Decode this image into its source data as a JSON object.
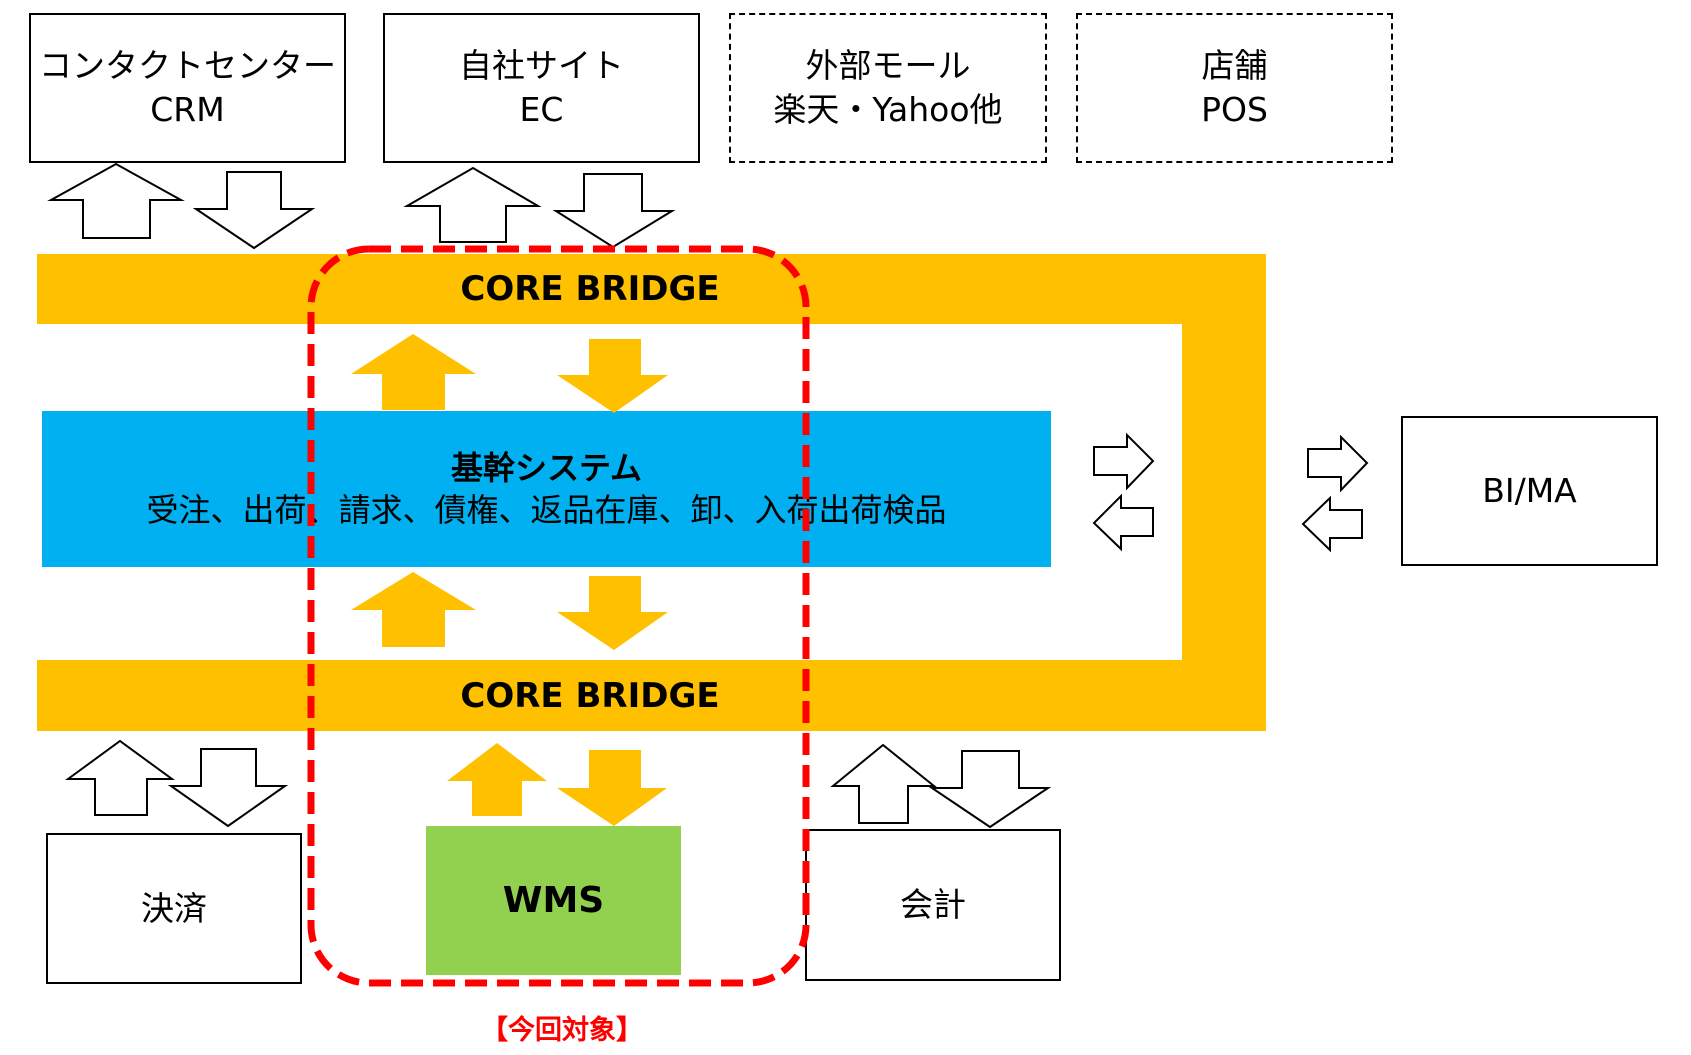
{
  "diagram": {
    "top_systems": [
      {
        "id": "crm",
        "line1": "コンタクトセンター",
        "line2": "CRM",
        "style": "solid"
      },
      {
        "id": "ec",
        "line1": "自社サイト",
        "line2": "EC",
        "style": "solid"
      },
      {
        "id": "mall",
        "line1": "外部モール",
        "line2": "楽天・Yahoo他",
        "style": "dashed"
      },
      {
        "id": "store",
        "line1": "店舗",
        "line2": "POS",
        "style": "dashed"
      }
    ],
    "core_bridge_top": "CORE BRIDGE",
    "core_bridge_bottom": "CORE BRIDGE",
    "core_system": {
      "title": "基幹システム",
      "functions": "受注、出荷、請求、債権、返品在庫、卸、入荷出荷検品"
    },
    "right_system": {
      "id": "bima",
      "label": "BI/MA"
    },
    "bottom_systems": [
      {
        "id": "payment",
        "label": "決済"
      },
      {
        "id": "wms",
        "label": "WMS"
      },
      {
        "id": "accounting",
        "label": "会計"
      }
    ],
    "scope_label": "【今回対象】",
    "colors": {
      "core_bridge": "#FFC000",
      "core_system": "#00B0F0",
      "wms": "#92D050",
      "scope": "#FF0000",
      "outline": "#000000"
    }
  }
}
